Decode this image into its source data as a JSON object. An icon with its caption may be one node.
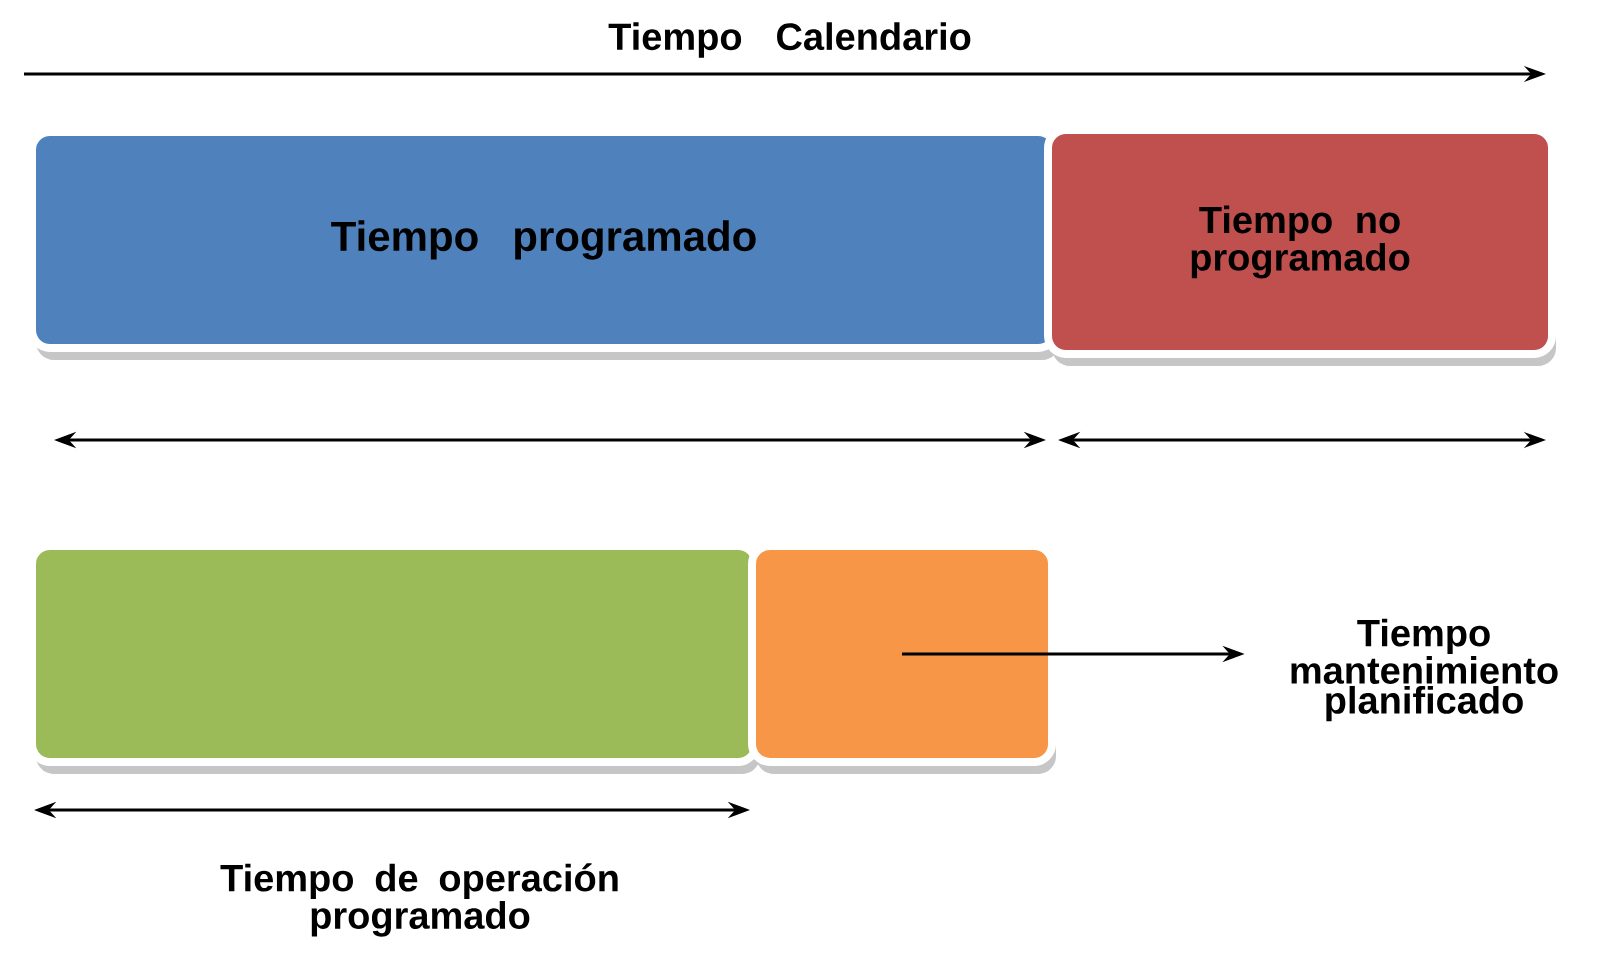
{
  "diagram": {
    "nodes": [
      {
        "text": [
          "Tiempo programado"
        ]
      },
      {
        "text": [
          "Tiempo no programado"
        ]
      },
      {
        "text": [],
        "shape": "box"
      },
      {
        "text": [],
        "shape": "box"
      },
      {
        "text": [
          "Tiempo mantenimiento planificado"
        ]
      }
    ],
    "edges": [
      {
        "from": 3,
        "to": 4,
        "arrow": "to"
      }
    ],
    "labels": [
      "Tiempo Calendario",
      "Tiempo de operación programado"
    ]
  }
}
